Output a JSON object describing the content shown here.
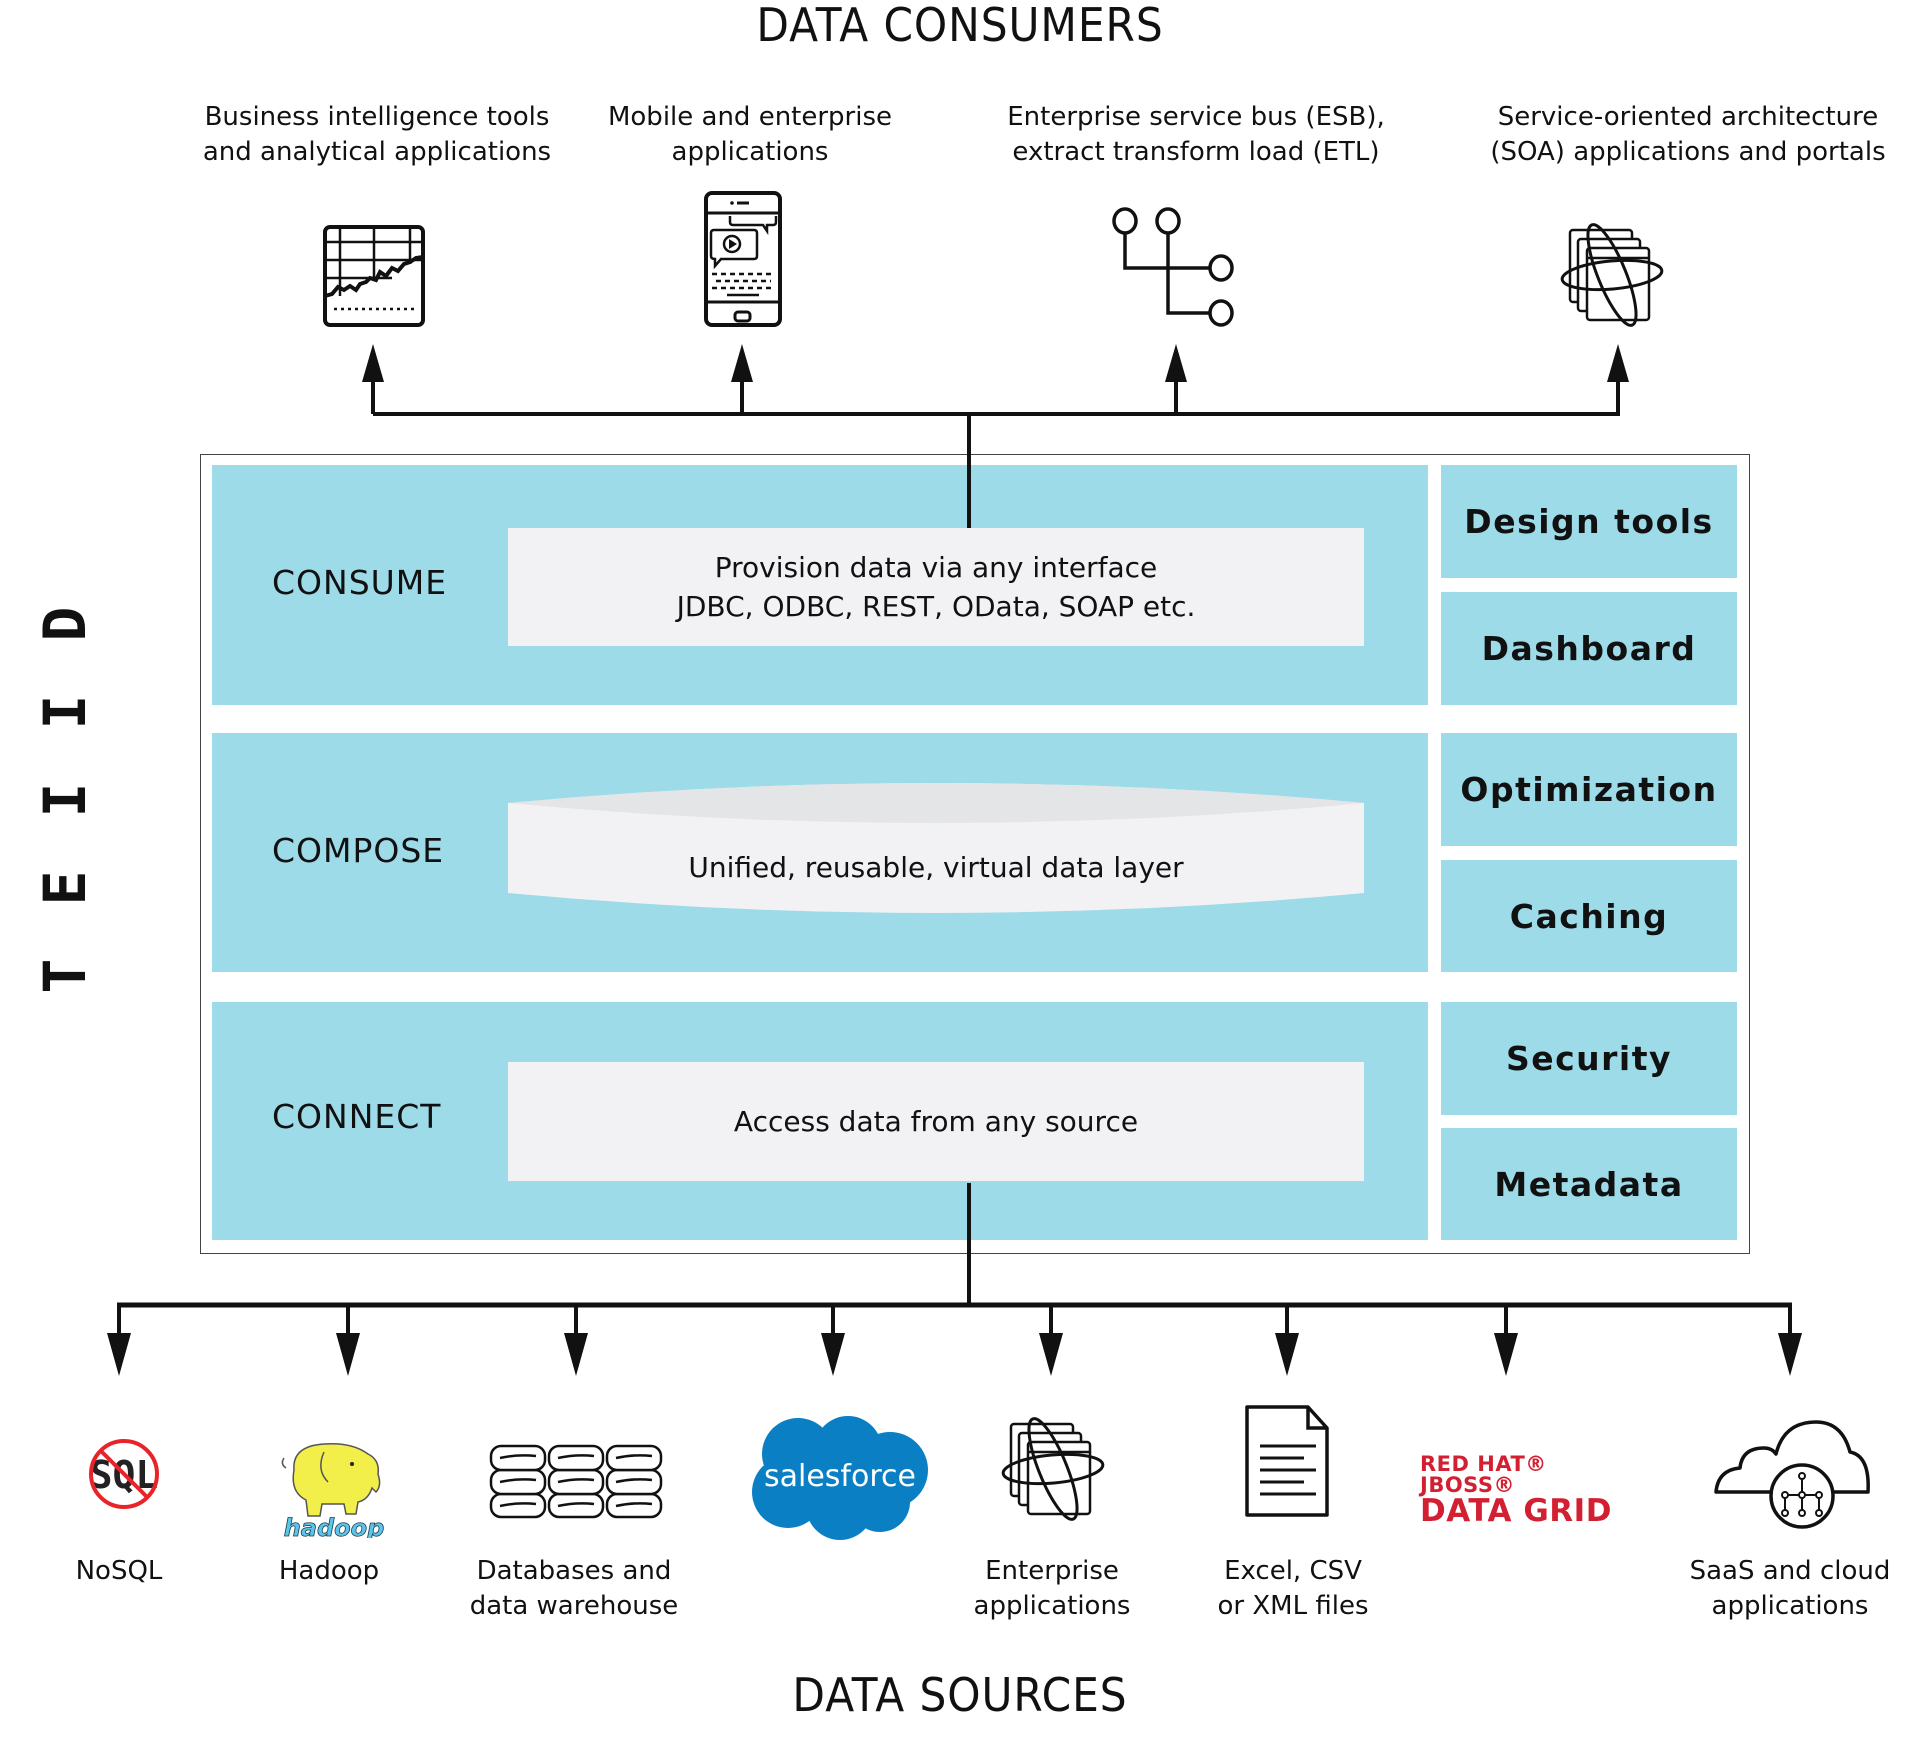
{
  "diagram": {
    "top_title": "DATA CONSUMERS",
    "bottom_title": "DATA SOURCES",
    "product_name": "TEIID",
    "product_letters": [
      "D",
      "I",
      "I",
      "E",
      "T"
    ],
    "consumers": [
      {
        "line1": "Business intelligence tools",
        "line2": "and analytical applications",
        "icon": "bi-chart-icon"
      },
      {
        "line1": "Mobile and enterprise",
        "line2": "applications",
        "icon": "mobile-phone-icon"
      },
      {
        "line1": "Enterprise service bus (ESB),",
        "line2": "extract transform load (ETL)",
        "icon": "esb-network-icon"
      },
      {
        "line1": "Service-oriented architecture",
        "line2": "(SOA) applications and portals",
        "icon": "soa-windows-orbit-icon"
      }
    ],
    "layers": [
      {
        "name": "CONSUME",
        "line1": "Provision data via any interface",
        "line2": "JDBC, ODBC, REST, OData, SOAP etc."
      },
      {
        "name": "COMPOSE",
        "line1": "Unified, reusable, virtual data layer",
        "line2": ""
      },
      {
        "name": "CONNECT",
        "line1": "Access data from any source",
        "line2": ""
      }
    ],
    "side_panels": [
      "Design tools",
      "Dashboard",
      "Optimization",
      "Caching",
      "Security",
      "Metadata"
    ],
    "sources": [
      {
        "line1": "NoSQL",
        "line2": "",
        "icon": "nosql-icon"
      },
      {
        "line1": "Hadoop",
        "line2": "",
        "icon": "hadoop-elephant-icon"
      },
      {
        "line1": "Databases and",
        "line2": "data warehouse",
        "icon": "database-stack-icon"
      },
      {
        "line1": "",
        "line2": "",
        "icon": "salesforce-cloud-icon",
        "logo_text": "salesforce"
      },
      {
        "line1": "Enterprise",
        "line2": "applications",
        "icon": "enterprise-apps-icon"
      },
      {
        "line1": "Excel, CSV",
        "line2": "or XML files",
        "icon": "document-file-icon"
      },
      {
        "line1": "",
        "line2": "",
        "icon": "jboss-data-grid-logo",
        "logo_line1": "RED HAT® JBOSS®",
        "logo_line2": "DATA GRID"
      },
      {
        "line1": "SaaS and cloud",
        "line2": "applications",
        "icon": "saas-cloud-icon"
      }
    ],
    "hadoop_logo_text": "hadoop",
    "nosql_text": "SQL"
  },
  "colors": {
    "layer_fill": "#9ddbe9",
    "inner_fill": "#f2f2f4",
    "salesforce_blue": "#0b7fc4",
    "jboss_red": "#d21f32",
    "hadoop_yellow": "#f2ee4a",
    "hadoop_blue": "#5cc6ea",
    "nosql_red": "#e8232a"
  }
}
